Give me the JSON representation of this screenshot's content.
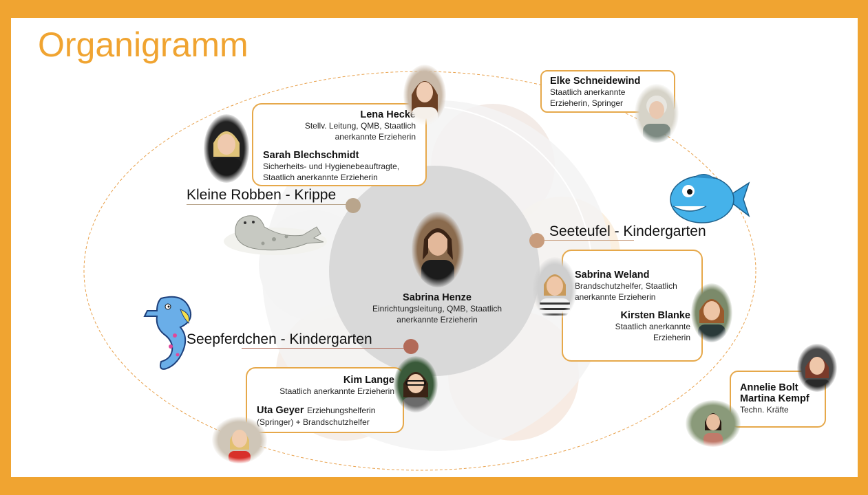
{
  "title": "Organigramm",
  "center": {
    "name": "Sabrina Henze",
    "role": "Einrichtungsleitung, QMB, Staatlich anerkannte Erzieherin"
  },
  "groups": {
    "krippe": "Kleine Robben - Krippe",
    "seeteufel": "Seeteufel - Kindergarten",
    "seepferdchen": "Seepferdchen - Kindergarten"
  },
  "krippe_box": {
    "p1": {
      "name": "Lena Hecke",
      "role1": "Stellv. Leitung, QMB, Staatlich",
      "role2": "anerkannte Erzieherin"
    },
    "p2": {
      "name": "Sarah Blechschmidt",
      "role1": "Sicherheits- und Hygienebeauftragte,",
      "role2": "Staatlich anerkannte Erzieherin"
    }
  },
  "springer_box": {
    "name": "Elke Schneidewind",
    "role1": "Staatlich anerkannte",
    "role2": "Erzieherin, Springer"
  },
  "seeteufel_box": {
    "p1": {
      "name": "Sabrina Weland",
      "role1": "Brandschutzhelfer, Staatlich",
      "role2": "anerkannte Erzieherin"
    },
    "p2": {
      "name": "Kirsten Blanke",
      "role1": "Staatlich anerkannte",
      "role2": "Erzieherin"
    }
  },
  "seepferdchen_box": {
    "p1": {
      "name": "Kim Lange",
      "role": "Staatlich anerkannte Erzieherin"
    },
    "p2": {
      "name": "Uta Geyer",
      "role_inline": "Erziehungshelferin",
      "role2": "(Springer) + Brandschutzhelfer"
    }
  },
  "technik_box": {
    "name1": "Annelie Bolt",
    "name2": "Martina Kempf",
    "role": "Techn. Kräfte"
  },
  "colors": {
    "frame": "#f0a431",
    "box_border": "#e6a84a",
    "dot_krippe": "#b9a58c",
    "dot_seeteufel": "#c89c7c",
    "dot_seepferdchen": "#b26a58"
  }
}
